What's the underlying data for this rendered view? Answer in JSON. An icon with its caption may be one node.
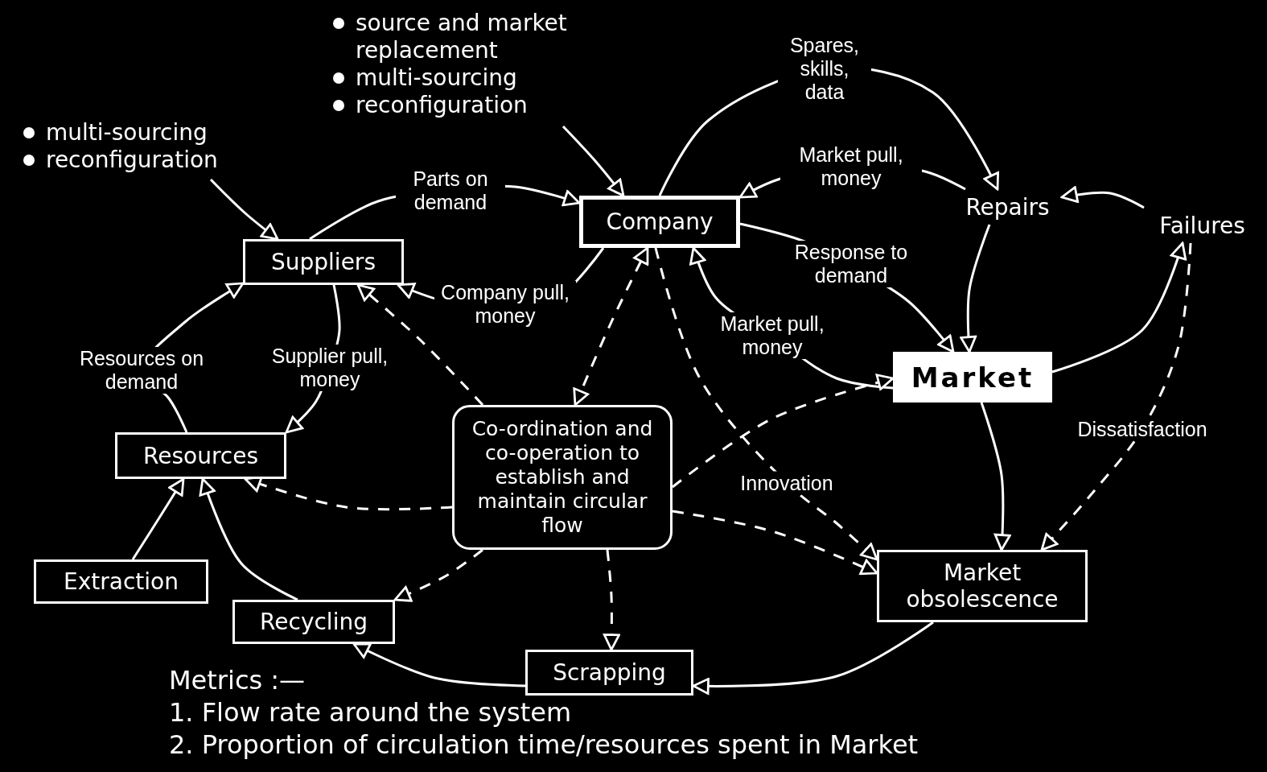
{
  "diagram": {
    "nodes": [
      {
        "text": [
          "source and market replacement",
          "multi-sourcing",
          "reconfiguration"
        ]
      },
      {
        "text": [
          "multi-sourcing",
          "reconfiguration"
        ]
      },
      {
        "text": [
          "Suppliers"
        ]
      },
      {
        "text": [
          "Company"
        ]
      },
      {
        "text": [
          "Repairs"
        ]
      },
      {
        "text": [
          "Failures"
        ]
      },
      {
        "text": [
          "Resources"
        ]
      },
      {
        "text": [
          "Market"
        ]
      },
      {
        "text": [
          "Co-ordination and co-operation to establish and maintain circular flow"
        ]
      },
      {
        "text": [
          "Extraction"
        ]
      },
      {
        "text": [
          "Recycling"
        ]
      },
      {
        "text": [
          "Market obsolescence"
        ]
      },
      {
        "text": [
          "Scrapping"
        ]
      }
    ],
    "edges": [
      {
        "from": 0,
        "to": 3,
        "arrow": "to"
      },
      {
        "from": 1,
        "to": 2,
        "arrow": "to"
      },
      {
        "from": 2,
        "to": 3,
        "arrow": "to",
        "label": "Parts on demand"
      },
      {
        "from": 3,
        "to": 2,
        "arrow": "to",
        "label": "Company pull, money"
      },
      {
        "from": 3,
        "to": 4,
        "arrow": "to",
        "label": "Spares, skills, data"
      },
      {
        "from": 4,
        "to": 3,
        "arrow": "to",
        "label": "Market pull, money"
      },
      {
        "from": 5,
        "to": 4,
        "arrow": "to"
      },
      {
        "from": 4,
        "to": 7,
        "arrow": "to"
      },
      {
        "from": 3,
        "to": 7,
        "arrow": "to",
        "label": "Response to demand"
      },
      {
        "from": 7,
        "to": 3,
        "arrow": "to",
        "label": "Market pull, money"
      },
      {
        "from": 7,
        "to": 5,
        "arrow": "to"
      },
      {
        "from": 5,
        "to": 11,
        "arrow": "to",
        "label": "Dissatisfaction",
        "style": "dashed"
      },
      {
        "from": 2,
        "to": 6,
        "arrow": "to",
        "label": "Supplier pull, money"
      },
      {
        "from": 6,
        "to": 2,
        "arrow": "to",
        "label": "Resources on demand"
      },
      {
        "from": 9,
        "to": 6,
        "arrow": "to"
      },
      {
        "from": 10,
        "to": 6,
        "arrow": "to"
      },
      {
        "from": 7,
        "to": 11,
        "arrow": "to"
      },
      {
        "from": 11,
        "to": 12,
        "arrow": "to"
      },
      {
        "from": 12,
        "to": 10,
        "arrow": "to"
      },
      {
        "from": 8,
        "to": 3,
        "arrow": "both",
        "style": "dashed"
      },
      {
        "from": 8,
        "to": 2,
        "arrow": "to",
        "style": "dashed"
      },
      {
        "from": 8,
        "to": 6,
        "arrow": "to",
        "style": "dashed"
      },
      {
        "from": 8,
        "to": 10,
        "arrow": "to",
        "style": "dashed"
      },
      {
        "from": 8,
        "to": 12,
        "arrow": "to",
        "style": "dashed"
      },
      {
        "from": 8,
        "to": 11,
        "arrow": "to",
        "style": "dashed"
      },
      {
        "from": 8,
        "to": 7,
        "arrow": "to",
        "style": "dashed"
      },
      {
        "from": 3,
        "to": 11,
        "arrow": "to",
        "label": "Innovation",
        "style": "dashed"
      }
    ],
    "labels": [
      "Metrics :—",
      "1. Flow rate around the system",
      "2. Proportion of circulation time/resources spent in Market"
    ]
  }
}
